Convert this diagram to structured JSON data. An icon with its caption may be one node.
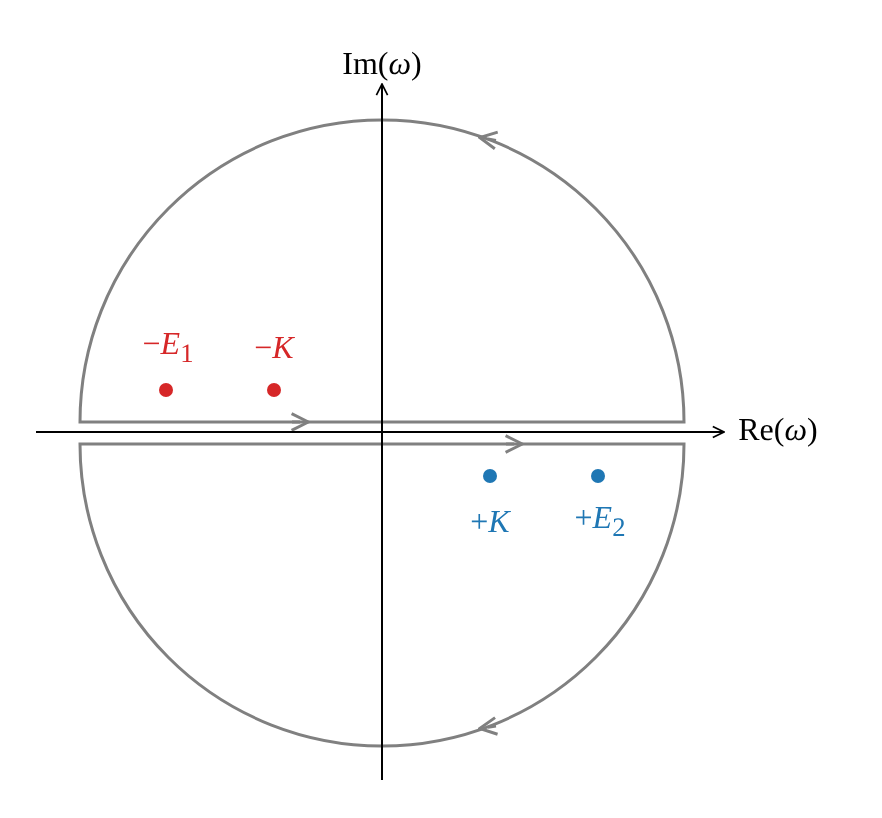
{
  "diagram": {
    "labels": [
      "Im(*ω*)",
      "Re(*ω*)",
      "−*E*$_{1}$",
      "−*K*",
      "+*K*",
      "+*E*$_{2}$"
    ]
  }
}
